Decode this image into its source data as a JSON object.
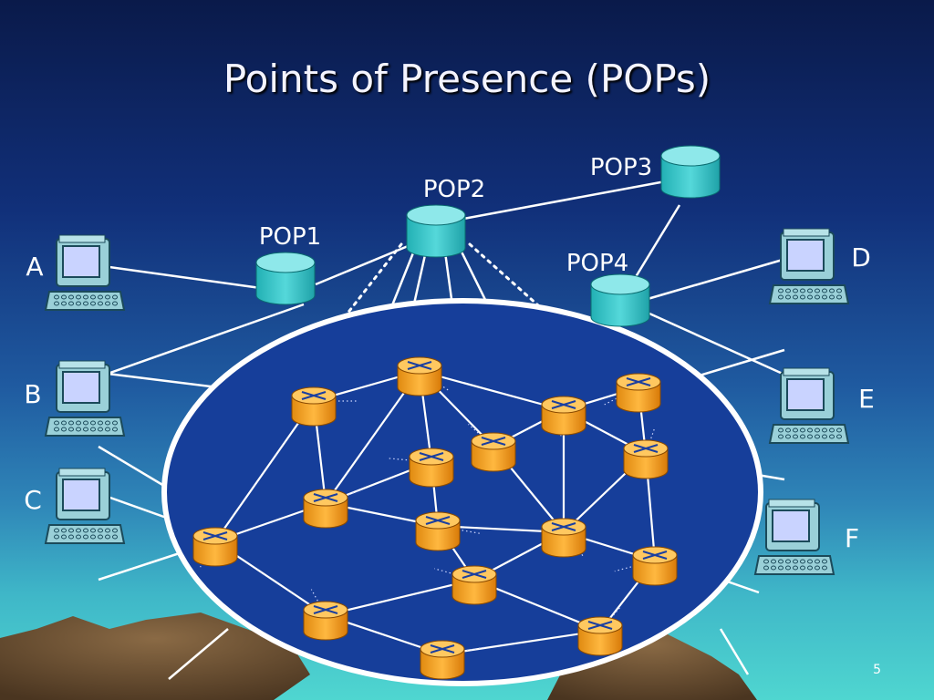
{
  "slide": {
    "title": "Points of Presence (POPs)",
    "page_number": "5"
  },
  "pops": [
    {
      "id": "pop1",
      "label": "POP1"
    },
    {
      "id": "pop2",
      "label": "POP2"
    },
    {
      "id": "pop3",
      "label": "POP3"
    },
    {
      "id": "pop4",
      "label": "POP4"
    }
  ],
  "hosts": [
    {
      "id": "A",
      "label": "A"
    },
    {
      "id": "B",
      "label": "B"
    },
    {
      "id": "C",
      "label": "C"
    },
    {
      "id": "D",
      "label": "D"
    },
    {
      "id": "E",
      "label": "E"
    },
    {
      "id": "F",
      "label": "F"
    }
  ],
  "colors": {
    "pop_fill": "#37c6c8",
    "router_fill": "#f5a020",
    "core_fill": "#163e9a",
    "link": "#ffffff",
    "terminal_body": "#9ad0d8",
    "terminal_screen": "#c9d3ff"
  }
}
